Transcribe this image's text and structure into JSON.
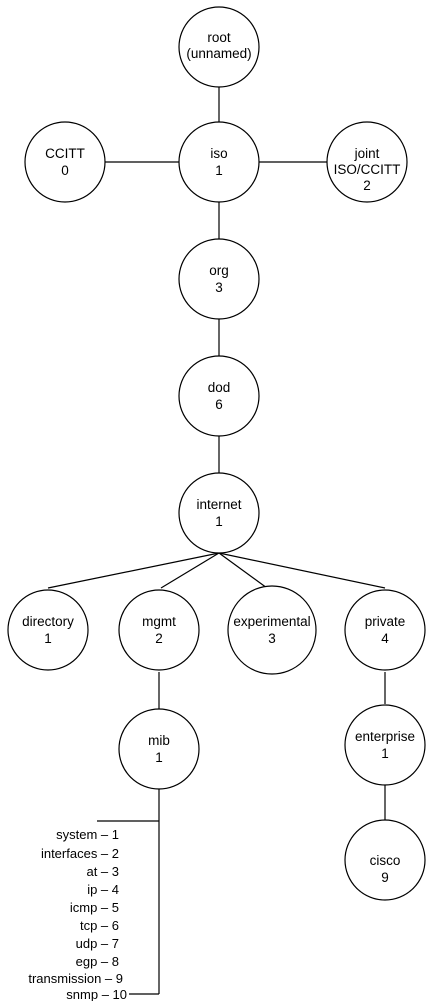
{
  "nodes": {
    "root": {
      "label": "root",
      "value": "(unnamed)"
    },
    "ccitt": {
      "label": "CCITT",
      "value": "0"
    },
    "iso": {
      "label": "iso",
      "value": "1"
    },
    "joint": {
      "label": "joint",
      "label2": "ISO/CCITT",
      "value": "2"
    },
    "org": {
      "label": "org",
      "value": "3"
    },
    "dod": {
      "label": "dod",
      "value": "6"
    },
    "internet": {
      "label": "internet",
      "value": "1"
    },
    "directory": {
      "label": "directory",
      "value": "1"
    },
    "mgmt": {
      "label": "mgmt",
      "value": "2"
    },
    "experimental": {
      "label": "experimental",
      "value": "3"
    },
    "private": {
      "label": "private",
      "value": "4"
    },
    "mib": {
      "label": "mib",
      "value": "1"
    },
    "enterprise": {
      "label": "enterprise",
      "value": "1"
    },
    "cisco": {
      "label": "cisco",
      "value": "9"
    }
  },
  "mib_groups": [
    "system – 1",
    "interfaces – 2",
    "at – 3",
    "ip – 4",
    "icmp – 5",
    "tcp – 6",
    "udp – 7",
    "egp – 8",
    "transmission – 9",
    "snmp – 10"
  ]
}
